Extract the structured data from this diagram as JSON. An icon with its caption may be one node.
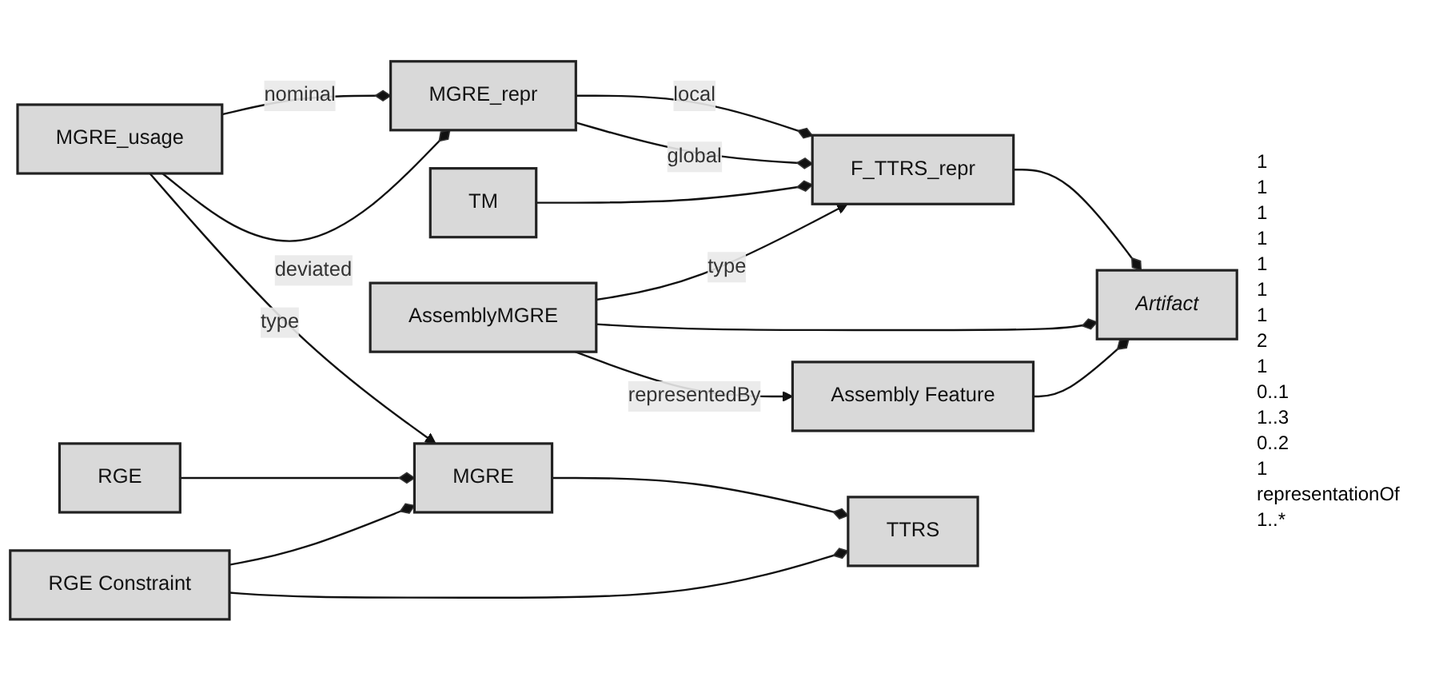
{
  "diagram": {
    "nodes": [
      {
        "text": [
          "F_TTRS_repr"
        ]
      },
      {
        "text": [
          "MGRE_repr"
        ]
      },
      {
        "text": [
          "MGRE_usage"
        ]
      },
      {
        "text": [
          "TM"
        ]
      },
      {
        "text": [
          "AssemblyMGRE"
        ]
      },
      {
        "text": [
          "MGRE"
        ]
      },
      {
        "text": [
          "TTRS"
        ]
      },
      {
        "text": [
          "Artifact"
        ]
      },
      {
        "text": [
          "Assembly Feature"
        ]
      },
      {
        "text": [
          "RGE"
        ]
      },
      {
        "text": [
          "RGE Constraint"
        ]
      }
    ],
    "edges": [
      {
        "from": 0,
        "to": 1,
        "arrow": "other",
        "label": "local"
      },
      {
        "from": 0,
        "to": 1,
        "arrow": "other",
        "label": "global"
      },
      {
        "from": 1,
        "to": 2,
        "arrow": "other",
        "label": "nominal"
      },
      {
        "from": 1,
        "to": 2,
        "arrow": "other",
        "label": "deviated"
      },
      {
        "from": 0,
        "to": 3,
        "arrow": "other"
      },
      {
        "from": 4,
        "to": 0,
        "arrow": "to",
        "label": "type"
      },
      {
        "from": 2,
        "to": 5,
        "arrow": "to",
        "label": "type"
      },
      {
        "from": 6,
        "to": 5,
        "arrow": "other"
      },
      {
        "from": 7,
        "to": 0,
        "arrow": "other"
      },
      {
        "from": 7,
        "to": 4,
        "arrow": "other"
      },
      {
        "from": 4,
        "to": 8,
        "arrow": "to",
        "label": "representedBy"
      },
      {
        "from": 5,
        "to": 9,
        "arrow": "other"
      },
      {
        "from": 5,
        "to": 10,
        "arrow": "other"
      },
      {
        "from": 6,
        "to": 10,
        "arrow": "other"
      },
      {
        "from": 7,
        "to": 8,
        "arrow": "other"
      }
    ],
    "labels": [
      "1",
      "1",
      "1",
      "1",
      "1",
      "1",
      "1",
      "2",
      "1",
      "0..1",
      "1..3",
      "0..2",
      "1",
      "representationOf",
      "1..*"
    ]
  }
}
